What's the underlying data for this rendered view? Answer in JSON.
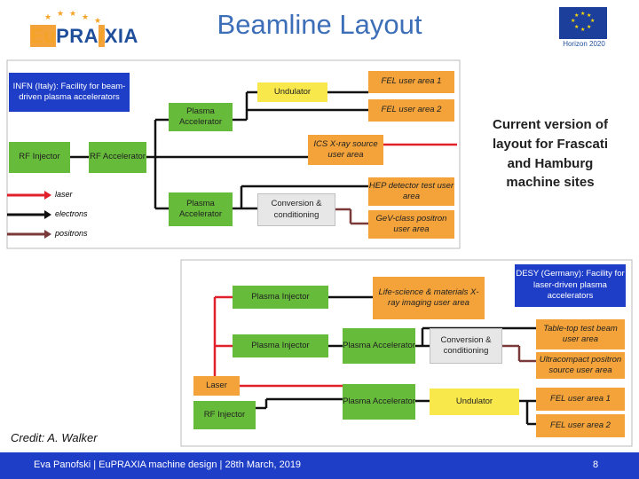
{
  "header": {
    "title": "Beamline Layout",
    "logo": {
      "text_a": "Eu",
      "text_b": "PRA",
      "text_c": "XIA"
    },
    "horizon_label": "Horizon 2020"
  },
  "italy": {
    "site_label": "INFN (Italy): Facility for beam-driven plasma accelerators",
    "rf_injector": "RF Injector",
    "rf_accelerator": "RF Accelerator",
    "plasma_accelerator_1": "Plasma Accelerator",
    "plasma_accelerator_2": "Plasma Accelerator",
    "undulator": "Undulator",
    "fel_area_1": "FEL user area 1",
    "fel_area_2": "FEL user area 2",
    "ics_area": "ICS X-ray source user area",
    "conversion": "Conversion & conditioning",
    "hep_area": "HEP detector test user area",
    "gev_area": "GeV-class positron user area"
  },
  "legend": {
    "laser": "laser",
    "electrons": "electrons",
    "positrons": "positrons"
  },
  "note": "Current version of layout for Frascati and Hamburg machine sites",
  "germany": {
    "site_label": "DESY (Germany): Facility for laser-driven plasma accelerators",
    "plasma_injector_1": "Plasma Injector",
    "plasma_injector_2": "Plasma Injector",
    "laser": "Laser",
    "rf_injector": "RF Injector",
    "life_science": "Life-science & materials X-ray imaging user area",
    "plasma_accelerator_1": "Plasma Accelerator",
    "plasma_accelerator_2": "Plasma Accelerator",
    "conversion": "Conversion & conditioning",
    "undulator": "Undulator",
    "tabletop": "Table-top test beam user area",
    "ultracompact": "Ultracompact positron source user area",
    "fel_area_1": "FEL user area 1",
    "fel_area_2": "FEL user area 2"
  },
  "credit": "Credit: A. Walker",
  "footer": {
    "text": "Eva Panofski | EuPRAXIA machine design | 28th March, 2019",
    "page": "8"
  },
  "colors": {
    "laser": "#e0202a",
    "electrons": "#111111",
    "positrons": "#7b3a3a",
    "blue": "#1f3ec7",
    "green": "#66bb3a",
    "orange": "#f3a33a"
  }
}
